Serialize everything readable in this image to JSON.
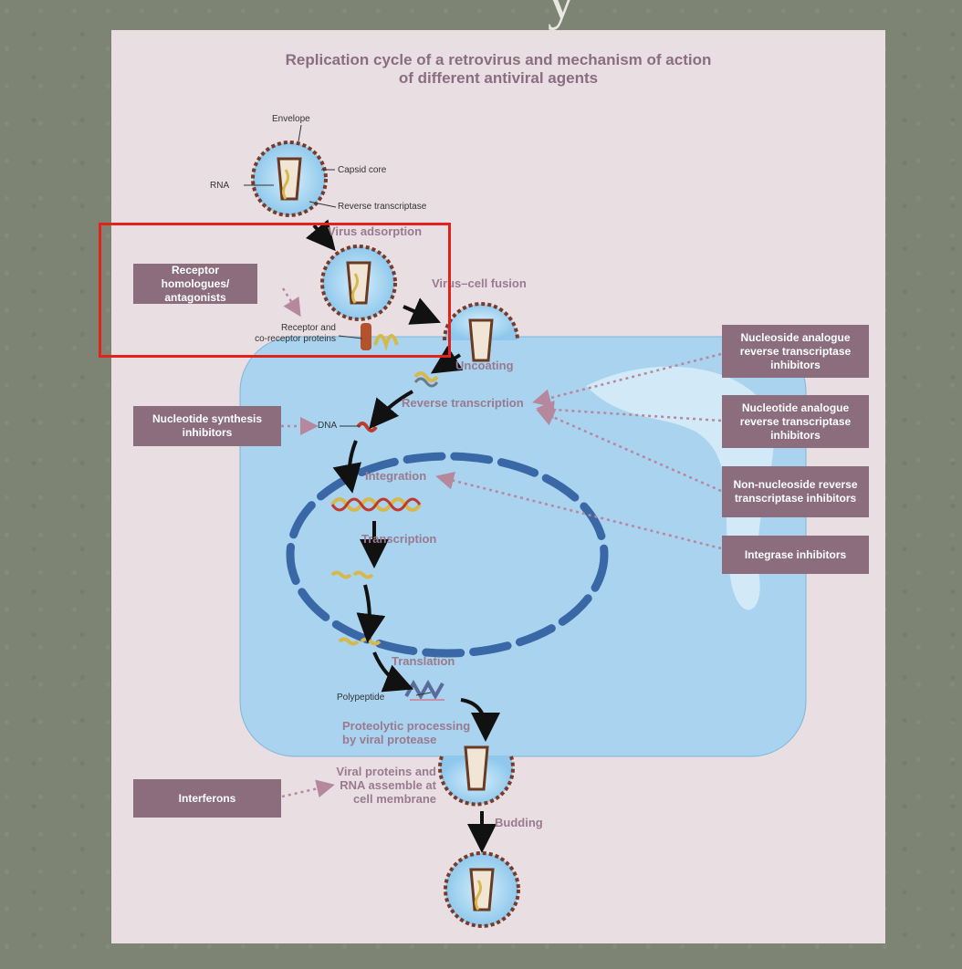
{
  "title_line1": "Replication cycle of a retrovirus and mechanism of action",
  "title_line2": "of different antiviral agents",
  "slide_heading_fragment": "y",
  "labels": {
    "envelope": "Envelope",
    "capsid_core": "Capsid core",
    "rna": "RNA",
    "reverse_transcriptase": "Reverse transcriptase",
    "receptor_line1": "Receptor and",
    "receptor_line2": "co-receptor proteins",
    "dna": "DNA",
    "polypeptide": "Polypeptide"
  },
  "steps": {
    "virus_adsorption": "Virus adsorption",
    "virus_cell_fusion": "Virus–cell fusion",
    "uncoating": "Uncoating",
    "reverse_transcription": "Reverse transcription",
    "integration": "Integration",
    "transcription": "Transcription",
    "translation": "Translation",
    "proteolytic_line1": "Proteolytic processing",
    "proteolytic_line2": "by viral protease",
    "assemble_line1": "Viral proteins and",
    "assemble_line2": "RNA assemble at",
    "assemble_line3": "cell membrane",
    "budding": "Budding"
  },
  "inhibitors": {
    "receptor_line1": "Receptor homologues/",
    "receptor_line2": "antagonists",
    "nucleotide_synthesis_line1": "Nucleotide synthesis",
    "nucleotide_synthesis_line2": "inhibitors",
    "nucleoside_line1": "Nucleoside analogue",
    "nucleoside_line2": "reverse transcriptase",
    "nucleoside_line3": "inhibitors",
    "nucleotide_line1": "Nucleotide analogue",
    "nucleotide_line2": "reverse transcriptase",
    "nucleotide_line3": "inhibitors",
    "nonnucleoside_line1": "Non-nucleoside reverse",
    "nonnucleoside_line2": "transcriptase inhibitors",
    "integrase": "Integrase inhibitors",
    "interferons": "Interferons"
  },
  "colors": {
    "panel_bg": "#e9dfe3",
    "cell": "#a9d3ef",
    "nucleus_dashes": "#3a67a6",
    "inhibitor_box": "#8b6d7e",
    "step_text": "#9a7a8f",
    "highlight": "#e3221b"
  }
}
